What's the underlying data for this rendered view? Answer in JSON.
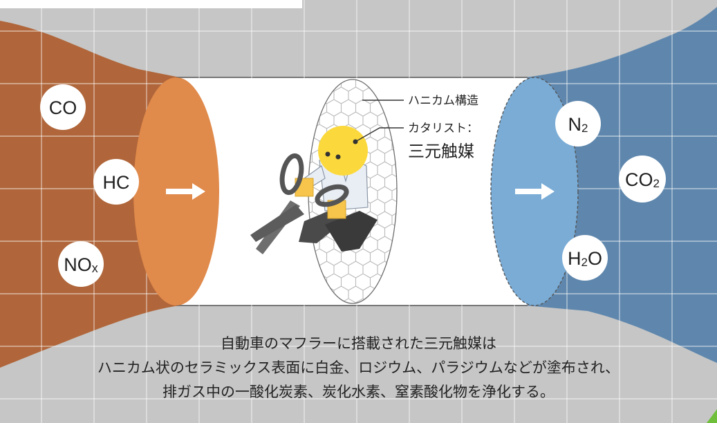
{
  "colors": {
    "background": "#c6c6c6",
    "inlet": "#b0663a",
    "inlet_disc": "#e08a4b",
    "outlet": "#5f87ad",
    "outlet_disc": "#7aacd6",
    "tube": "#ffffff",
    "grid": "#ffffff"
  },
  "inputs": {
    "co": "CO",
    "hc": "HC",
    "nox_main": "NO",
    "nox_sub": "x"
  },
  "outputs": {
    "n2_main": "N",
    "n2_sub": "2",
    "co2_main": "CO",
    "co2_sub": "2",
    "h2o_main": "H",
    "h2o_sub": "2",
    "h2o_tail": "O"
  },
  "callouts": {
    "honeycomb": "ハニカム構造",
    "catalyst_line1": "カタリスト：",
    "catalyst_line2": "三元触媒"
  },
  "caption": {
    "line1": "自動車のマフラーに搭載された三元触媒は",
    "line2": "ハニカム状のセラミックス表面に白金、ロジウム、パラジウムなどが塗布され、",
    "line3": "排ガス中の一酸化炭素、炭化水素、窒素酸化物を浄化する。"
  },
  "icons": [
    "arrow-right-icon",
    "scissors-icon",
    "catalyst-character-icon"
  ]
}
